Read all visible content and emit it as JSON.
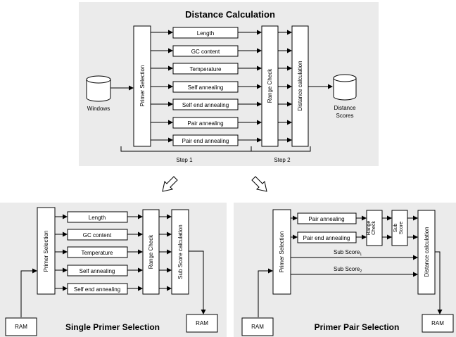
{
  "top": {
    "title": "Distance Calculation",
    "input_db": "Windows",
    "output_db_line1": "Distance",
    "output_db_line2": "Scores",
    "primer_selection": "Primer Selection",
    "range_check": "Range Check",
    "distance_calc": "Distance calculation",
    "modules": [
      "Length",
      "GC content",
      "Temperature",
      "Self annealing",
      "Self end annealing",
      "Pair annealing",
      "Pair end annealing"
    ],
    "step1": "Step 1",
    "step2": "Step 2"
  },
  "single": {
    "title": "Single Primer Selection",
    "primer_selection": "Primer Selection",
    "range_check": "Range Check",
    "sub_score_calc": "Sub Score calculation",
    "modules": [
      "Length",
      "GC content",
      "Temperature",
      "Self annealing",
      "Self end annealing"
    ],
    "ram_in": "RAM",
    "ram_out": "RAM"
  },
  "pair": {
    "title": "Primer Pair Selection",
    "primer_selection": "Primer Selection",
    "modules": [
      "Pair annealing",
      "Pair end annealing"
    ],
    "range_check": "Range Check",
    "sub_score": "Sub Score",
    "distance_calc": "Distance calculation",
    "sub_score_label": "Sub Score",
    "sub_score_1_index": "1",
    "sub_score_2_index": "2",
    "ram_in": "RAM",
    "ram_out": "RAM"
  },
  "colors": {
    "panel": "#ebebeb",
    "box": "#ffffff",
    "stroke": "#000000"
  }
}
